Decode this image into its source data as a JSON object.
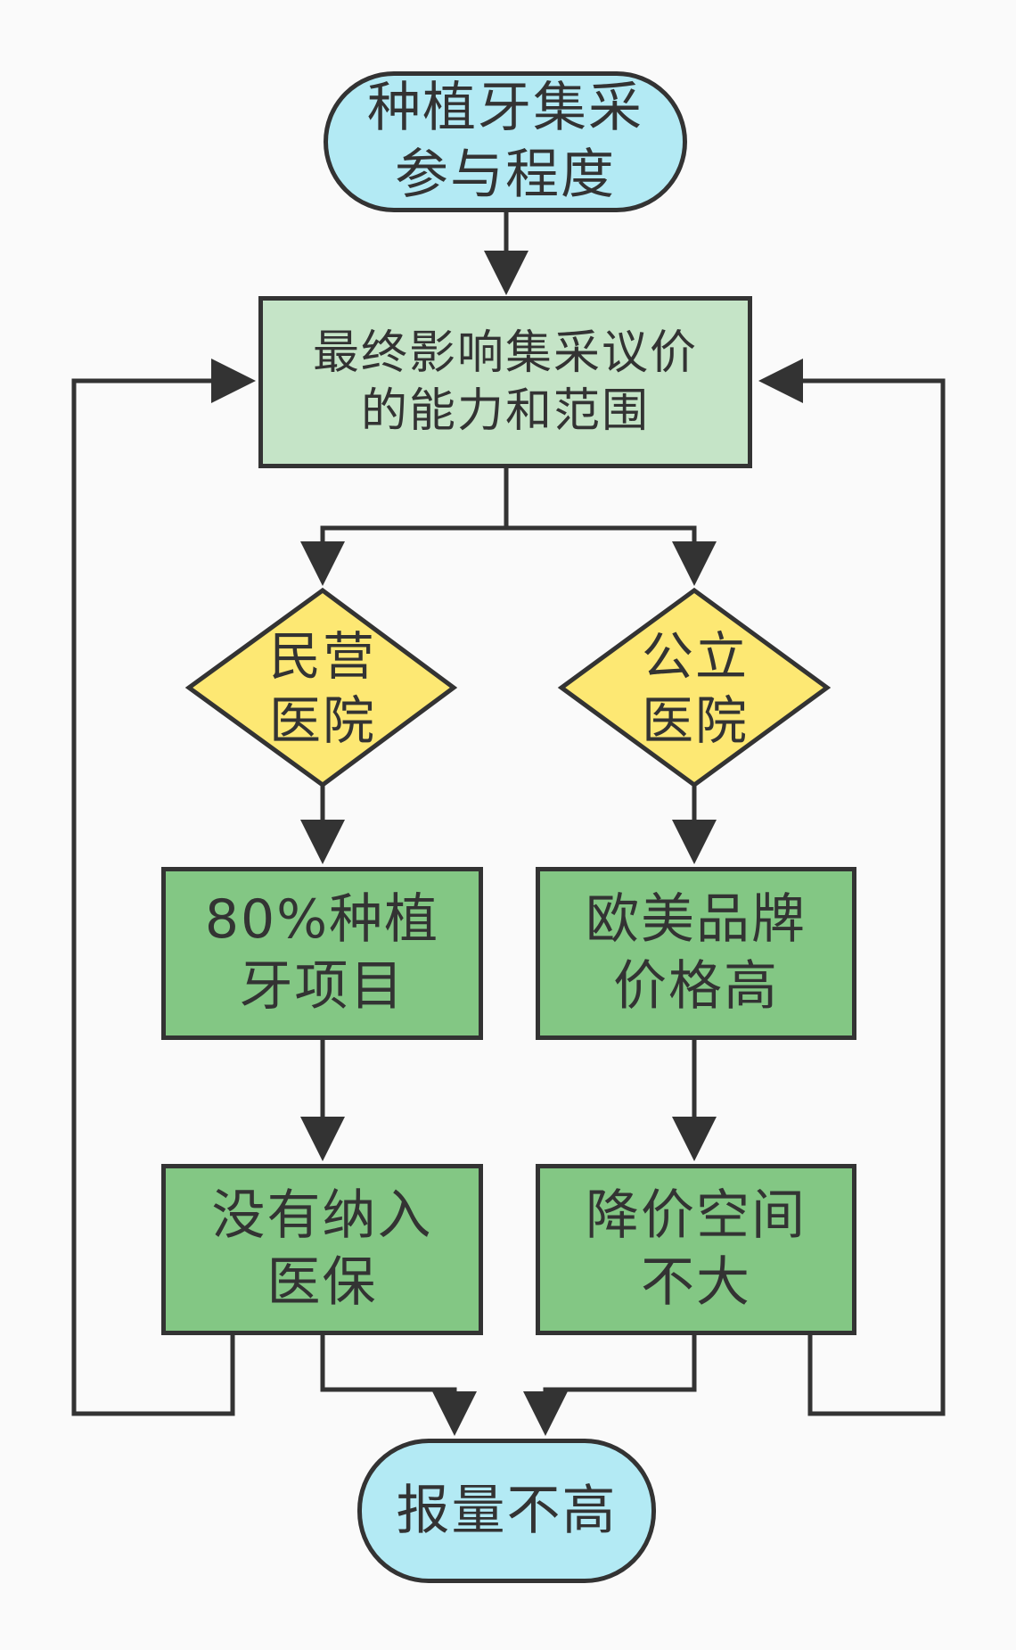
{
  "colors": {
    "terminal_fill": "#b3eaf4",
    "top_process_fill": "#c5e4c7",
    "decision_fill": "#fde873",
    "process_fill": "#83c784",
    "stroke": "#333333",
    "background": "#fafafa"
  },
  "nodes": {
    "start": {
      "shape": "rounded-terminal",
      "text": "种植牙集采\n参与程度"
    },
    "scope": {
      "shape": "rectangle",
      "text": "最终影响集采议价\n的能力和范围"
    },
    "private_hospital": {
      "shape": "diamond",
      "text": "民营\n医院"
    },
    "public_hospital": {
      "shape": "diamond",
      "text": "公立\n医院"
    },
    "implant_80": {
      "shape": "rectangle",
      "text": "80%种植\n牙项目"
    },
    "eu_us_brands": {
      "shape": "rectangle",
      "text": "欧美品牌\n价格高"
    },
    "no_insurance": {
      "shape": "rectangle",
      "text": "没有纳入\n医保"
    },
    "small_price_cut": {
      "shape": "rectangle",
      "text": "降价空间\n不大"
    },
    "end": {
      "shape": "rounded-terminal",
      "text": "报量不高"
    }
  },
  "edges": [
    {
      "from": "start",
      "to": "scope"
    },
    {
      "from": "scope",
      "to": "private_hospital"
    },
    {
      "from": "scope",
      "to": "public_hospital"
    },
    {
      "from": "private_hospital",
      "to": "implant_80"
    },
    {
      "from": "public_hospital",
      "to": "eu_us_brands"
    },
    {
      "from": "implant_80",
      "to": "no_insurance"
    },
    {
      "from": "eu_us_brands",
      "to": "small_price_cut"
    },
    {
      "from": "no_insurance",
      "to": "end"
    },
    {
      "from": "small_price_cut",
      "to": "end"
    },
    {
      "from": "no_insurance",
      "to": "scope"
    },
    {
      "from": "small_price_cut",
      "to": "scope"
    }
  ]
}
